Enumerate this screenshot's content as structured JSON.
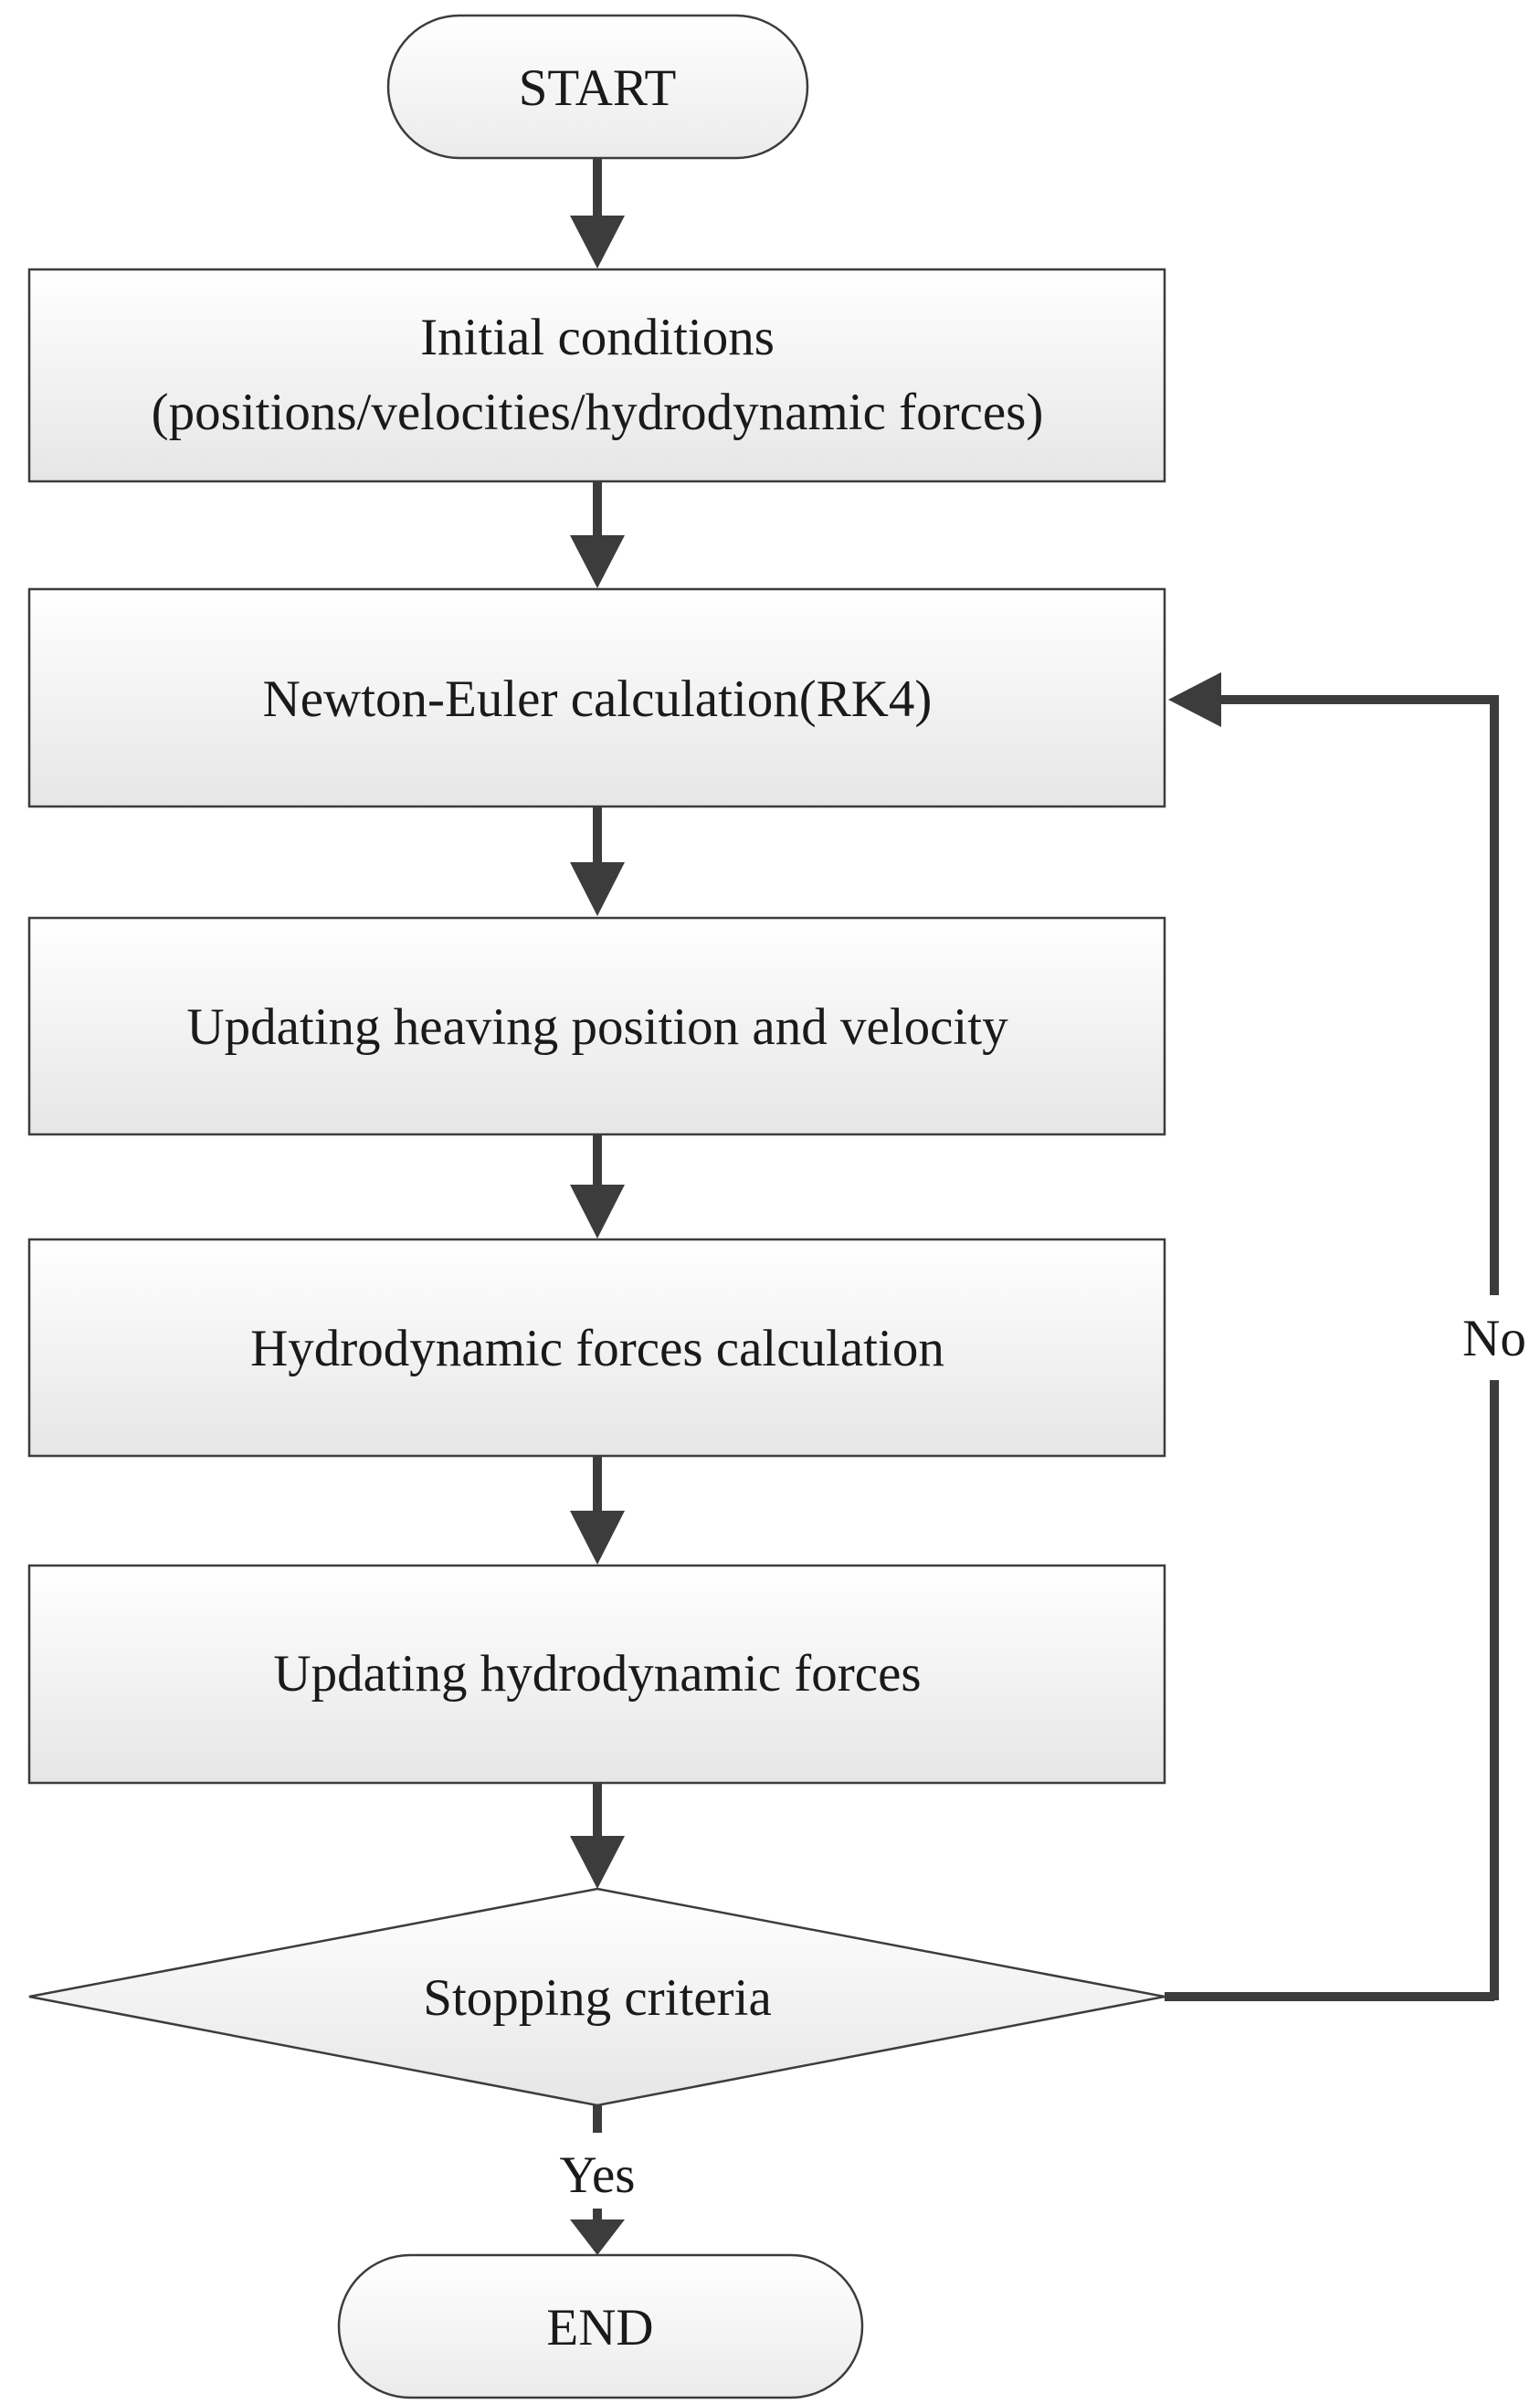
{
  "diagram": {
    "nodes": {
      "start": {
        "label": "START"
      },
      "init": {
        "label_line1": "Initial conditions",
        "label_line2": "(positions/velocities/hydrodynamic forces)"
      },
      "newton": {
        "label": "Newton-Euler calculation(RK4)"
      },
      "update_heave": {
        "label": "Updating heaving position and velocity"
      },
      "hydro_calc": {
        "label": "Hydrodynamic forces calculation"
      },
      "update_hydro": {
        "label": "Updating hydrodynamic forces"
      },
      "decision": {
        "label": "Stopping criteria"
      },
      "end": {
        "label": "END"
      }
    },
    "edges": {
      "no_label": "No",
      "yes_label": "Yes"
    },
    "colors": {
      "line": "#3c3c3c",
      "box_top": "#ffffff",
      "box_bottom": "#e8e8e8",
      "text": "#1a1a1a"
    }
  }
}
